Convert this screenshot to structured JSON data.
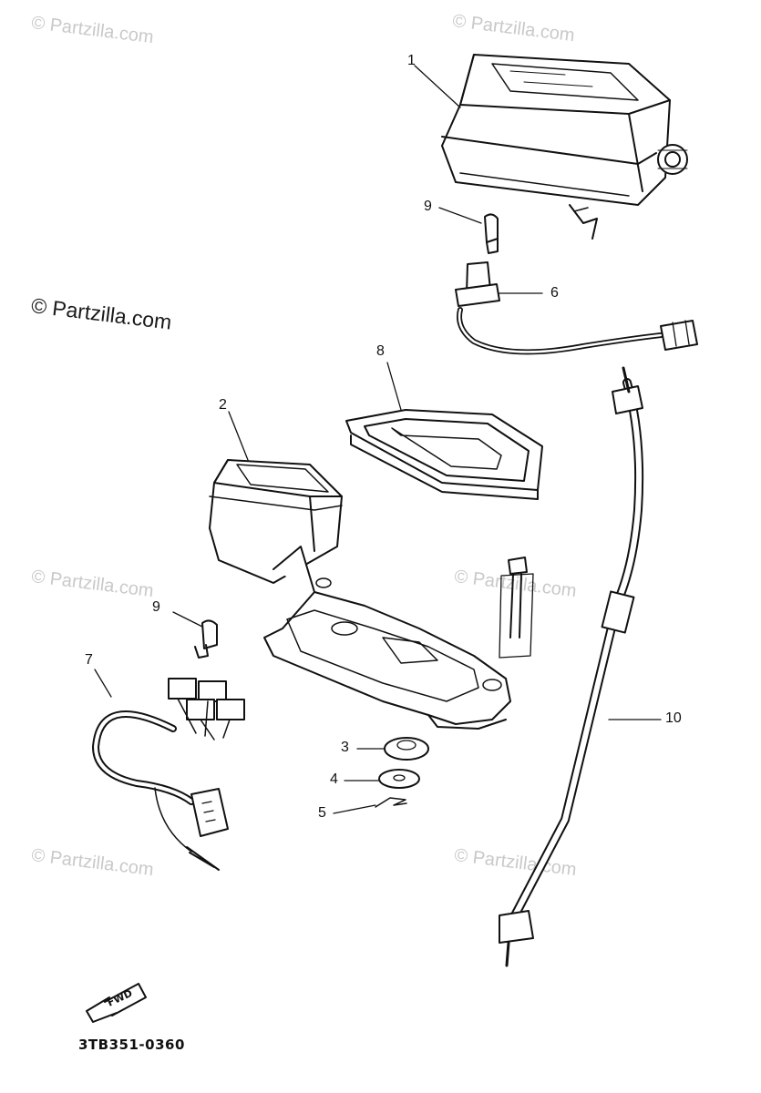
{
  "watermarks": {
    "text": "© Partzilla.com",
    "prominent": "© Partzilla.com"
  },
  "callouts": {
    "c1": "1",
    "c2": "2",
    "c3": "3",
    "c4": "4",
    "c5": "5",
    "c6": "6",
    "c7": "7",
    "c8": "8",
    "c9a": "9",
    "c9b": "9",
    "c10": "10"
  },
  "fwd_label": "FWD",
  "diagram_code": "3TB351-0360",
  "colors": {
    "line": "#111111",
    "watermark": "#c9c9c9"
  }
}
